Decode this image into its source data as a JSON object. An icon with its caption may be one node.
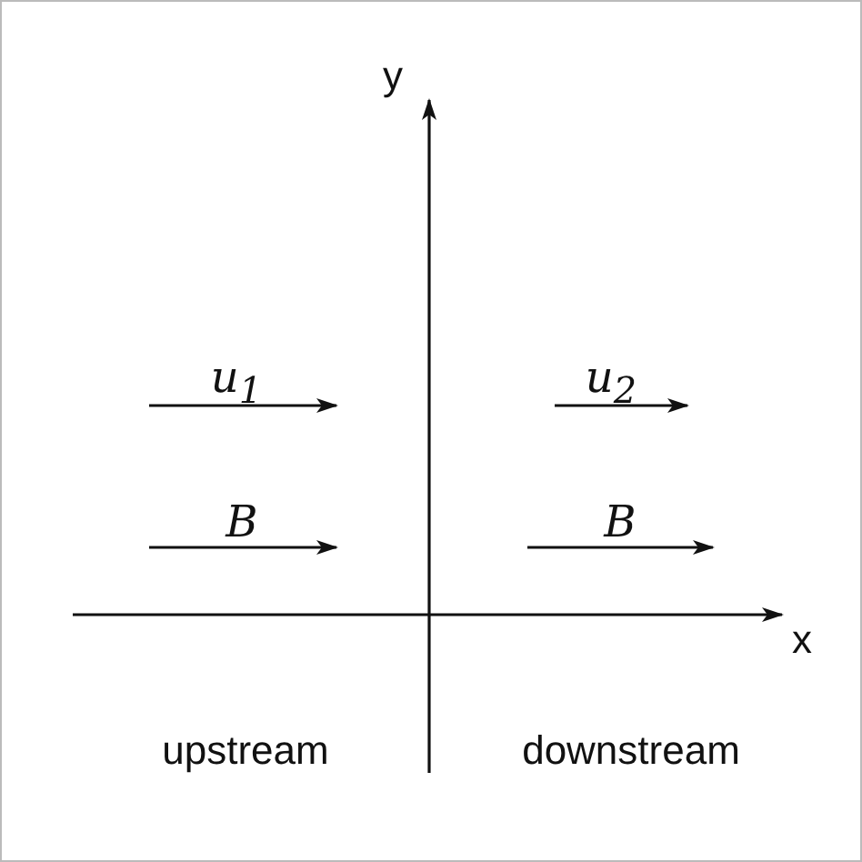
{
  "diagram": {
    "labels": [
      "y",
      "u$_{1}$",
      "u$_{2}$",
      "B",
      "B",
      "x",
      "upstream",
      "downstream"
    ]
  }
}
